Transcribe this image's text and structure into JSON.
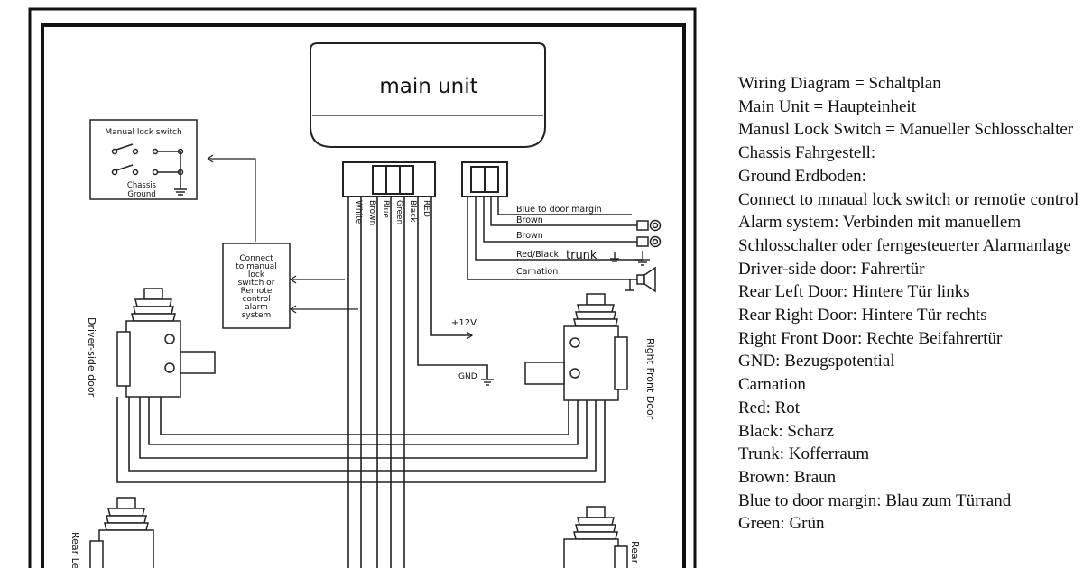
{
  "diagram": {
    "main_unit": "main unit",
    "manual_lock_switch": "Manual lock switch",
    "chassis_ground": [
      "Chassis",
      "Ground"
    ],
    "connect_box": [
      "Connect",
      "to manual",
      "lock",
      "switch or",
      "Remote",
      "control",
      "alarm",
      "system"
    ],
    "connector_left_wires": [
      "White",
      "Brown",
      "Blue",
      "Green",
      "Black",
      "RED"
    ],
    "connector_right_wires": [
      "Blue to door margin",
      "Brown",
      "Brown",
      "Red/Black",
      "Carnation"
    ],
    "trunk_label": "trunk",
    "plus_12v": "+12V",
    "gnd": "GND",
    "driver_side_door": "Driver-side door",
    "right_front_door": "Right Front Door",
    "rear_left_partial": "Rear Le",
    "rear_right_partial": "Rear"
  },
  "legend": [
    "Wiring Diagram = Schaltplan",
    "Main Unit = Haupteinheit",
    "Manusl Lock Switch = Manueller Schlosschalter",
    "Chassis Fahrgestell:",
    "Ground Erdboden:",
    "Connect to mnaual lock switch or remotie control",
    "Alarm system: Verbinden mit manuellem",
    "Schlosschalter oder ferngesteuerter Alarmanlage",
    "Driver-side door: Fahrertür",
    "Rear Left Door: Hintere Tür links",
    "Rear Right Door: Hintere Tür rechts",
    "Right Front Door: Rechte Beifahrertür",
    "GND: Bezugspotential",
    "Carnation",
    "Red: Rot",
    "Black: Scharz",
    "Trunk: Kofferraum",
    "Brown: Braun",
    "Blue to door margin: Blau zum Türrand",
    "Green: Grün"
  ]
}
